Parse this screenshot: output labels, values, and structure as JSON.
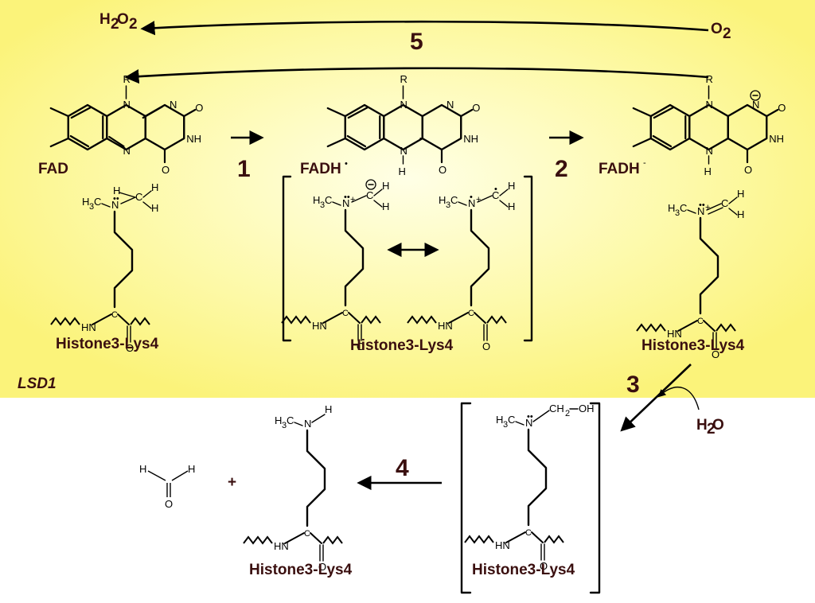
{
  "panel": {
    "name": "LSD1"
  },
  "steps": [
    "1",
    "2",
    "3",
    "4",
    "5"
  ],
  "molecules": {
    "h2o2": [
      "H",
      "2",
      "O",
      "2"
    ],
    "o2": [
      "O",
      "2"
    ],
    "h2o": [
      "H",
      "2",
      "O"
    ],
    "fad": "FAD",
    "fadh_radical": "FADH",
    "fadh_anion": "FADH",
    "histone": "Histone3-Lys4"
  },
  "atoms": {
    "N": "N",
    "O": "O",
    "H": "H",
    "R": "R",
    "NH": "NH",
    "C": "C",
    "CH": "CH",
    "OH": "OH",
    "methyl": "H",
    "sub3": "3",
    "sub2": "2",
    "radical_dot": "•",
    "minus": "-",
    "plus": "+",
    "anion_circle": "⊖"
  },
  "colors": {
    "panel_fill": "#fef98c",
    "panel_glow": "#ffffe0",
    "label_color": "#3a0f0f",
    "green_H": "#2e9e3a"
  }
}
